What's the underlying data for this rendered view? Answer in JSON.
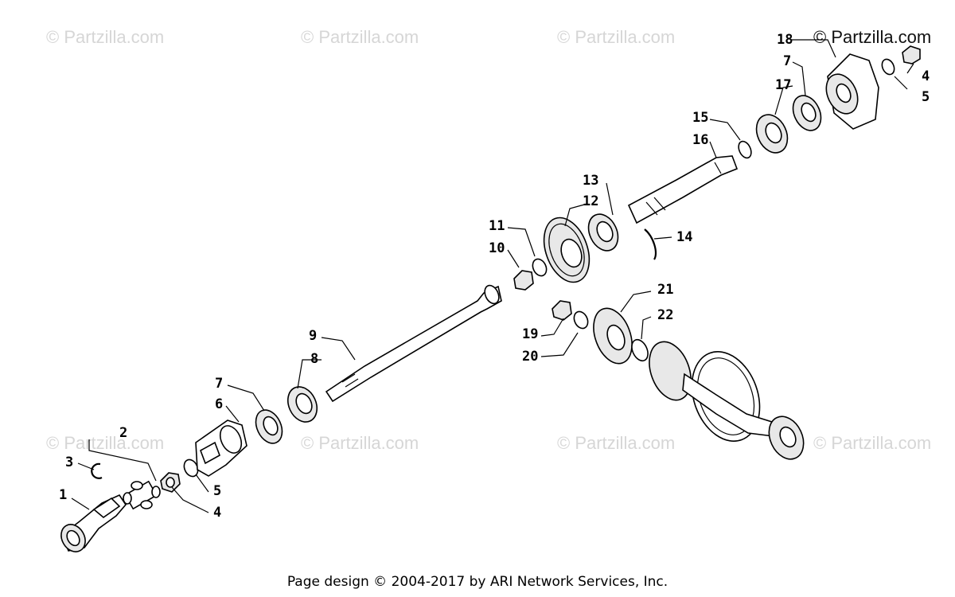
{
  "watermark": {
    "text": "© Partzilla.com",
    "instances": [
      "© Partzilla.com",
      "© Partzilla.com",
      "© Partzilla.com",
      "© Partzilla.com",
      "© Partzilla.com",
      "© Partzilla.com",
      "© Partzilla.com"
    ]
  },
  "brand": {
    "text": "© Partzilla.com"
  },
  "callouts": {
    "c1": "1",
    "c2": "2",
    "c3": "3",
    "c4a": "4",
    "c5a": "5",
    "c6": "6",
    "c7a": "7",
    "c8": "8",
    "c9": "9",
    "c10": "10",
    "c11": "11",
    "c12": "12",
    "c13": "13",
    "c14": "14",
    "c15": "15",
    "c16": "16",
    "c17": "17",
    "c18": "18",
    "c7b": "7",
    "c4b": "4",
    "c5b": "5",
    "c19": "19",
    "c20": "20",
    "c21": "21",
    "c22": "22"
  },
  "footer": {
    "text": "Page design © 2004-2017 by ARI Network Services, Inc."
  }
}
